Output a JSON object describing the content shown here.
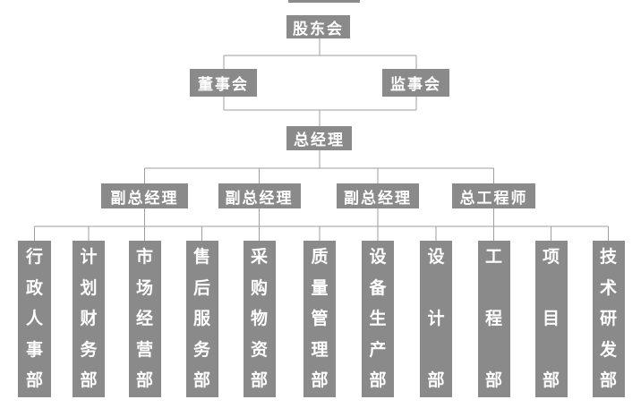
{
  "chart": {
    "type": "org-chart",
    "language": "zh-CN",
    "palette": {
      "background": "#ffffff",
      "box_fill": "#8a8a8a",
      "box_text": "#ffffff",
      "line": "#9f9f9f"
    },
    "nodes": {
      "level1": {
        "label": "股东会"
      },
      "level2": [
        {
          "label": "董事会"
        },
        {
          "label": "监事会"
        }
      ],
      "level3": {
        "label": "总经理"
      },
      "level4": [
        {
          "label": "副总经理"
        },
        {
          "label": "副总经理"
        },
        {
          "label": "副总经理"
        },
        {
          "label": "总工程师"
        }
      ],
      "departments": [
        {
          "label": "行政人事部"
        },
        {
          "label": "计划财务部"
        },
        {
          "label": "市场经营部"
        },
        {
          "label": "售后服务部"
        },
        {
          "label": "采购物资部"
        },
        {
          "label": "质量管理部"
        },
        {
          "label": "设备生产部"
        },
        {
          "label": "设计部"
        },
        {
          "label": "工程部"
        },
        {
          "label": "项目部"
        },
        {
          "label": "技术研发部"
        }
      ]
    }
  }
}
